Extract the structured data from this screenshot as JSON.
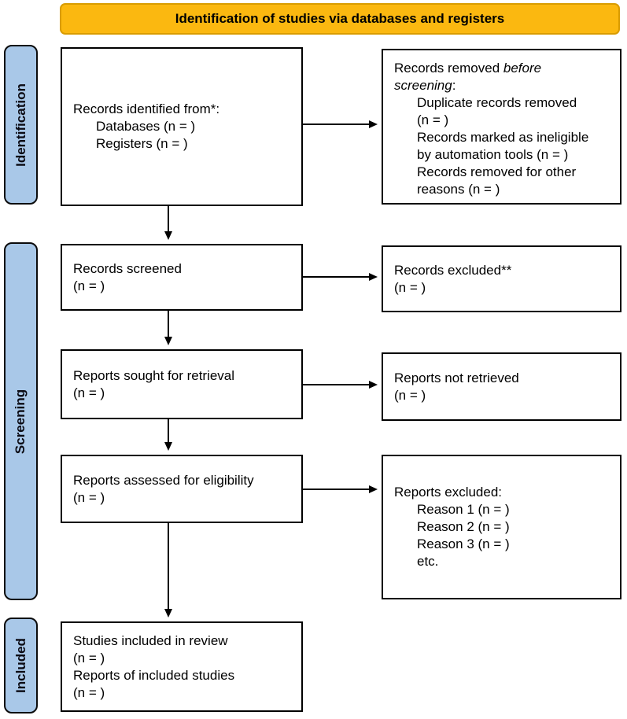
{
  "banner": {
    "title": "Identification of studies via databases and registers",
    "bg_color": "#FBB810",
    "border_color": "#D99C00"
  },
  "sidebar": {
    "bg_color": "#A9C8E8",
    "items": [
      {
        "label": "Identification"
      },
      {
        "label": "Screening"
      },
      {
        "label": "Included"
      }
    ]
  },
  "boxes": {
    "records_identified": {
      "title": "Records identified from*:",
      "items": [
        "Databases (n = )",
        "Registers (n = )"
      ]
    },
    "records_removed": {
      "title_line1_normal": "Records removed ",
      "title_line1_italic": "before",
      "title_line2_italic": "screening",
      "title_line2_suffix": ":",
      "items": [
        [
          "Duplicate records removed",
          "(n = )"
        ],
        [
          "Records marked as ineligible",
          "by automation tools (n = )"
        ],
        [
          "Records removed for other",
          "reasons (n = )"
        ]
      ]
    },
    "records_screened": {
      "lines": [
        "Records screened",
        "(n = )"
      ]
    },
    "records_excluded": {
      "lines": [
        "Records excluded**",
        "(n = )"
      ]
    },
    "reports_sought": {
      "lines": [
        "Reports sought for retrieval",
        "(n = )"
      ]
    },
    "reports_not_retrieved": {
      "lines": [
        "Reports not retrieved",
        "(n = )"
      ]
    },
    "reports_assessed": {
      "lines": [
        "Reports assessed for eligibility",
        "(n = )"
      ]
    },
    "reports_excluded": {
      "title": "Reports excluded:",
      "items": [
        "Reason 1 (n = )",
        "Reason 2 (n = )",
        "Reason 3 (n = )",
        "etc."
      ]
    },
    "studies_included": {
      "lines": [
        "Studies included in review",
        "(n = )",
        "Reports of included studies",
        "(n = )"
      ]
    }
  }
}
